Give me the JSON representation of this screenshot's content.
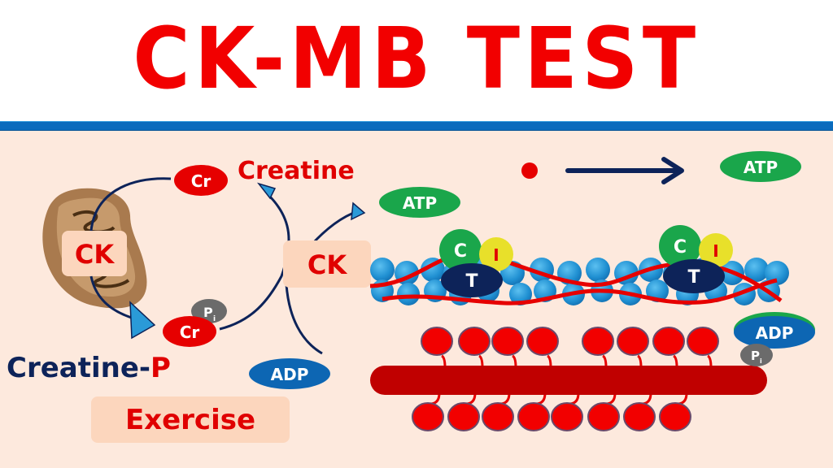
{
  "title": "CK-MB TEST",
  "colors": {
    "title_red": "#f20000",
    "rule_blue": "#0b6bbd",
    "panel_bg": "#fde9dd",
    "navy": "#0d2359",
    "atp_green": "#1aa64b",
    "adp_blue": "#0d66b3",
    "pi_gray": "#6b6b6b",
    "troponin_c": "#1aa64b",
    "troponin_i": "#e8e02a",
    "actin_blue": "#2a9ad8",
    "myosin_red": "#c00000",
    "mitochondrion": "#a97a4e",
    "label_box": "#fcd6bd"
  },
  "diagram": {
    "mitochondrion_label": "CK",
    "cytosol_ck_label": "CK",
    "creatine_label": "Creatine",
    "creatine_p_label": {
      "main": "Creatine-",
      "suffix": "P"
    },
    "exercise_label": "Exercise",
    "cr_top": "Cr",
    "cr_bottom": "Cr",
    "pi_left": {
      "main": "P",
      "sub": "i"
    },
    "atp_left": "ATP",
    "adp_left": "ADP",
    "atp_right": "ATP",
    "adp_right": "ADP",
    "pi_right": {
      "main": "P",
      "sub": "i"
    },
    "troponin_units": [
      {
        "c": "C",
        "i": "I",
        "t": "T"
      },
      {
        "c": "C",
        "i": "I",
        "t": "T"
      }
    ],
    "legend_arrow": {
      "from": "red-dot",
      "to": "ATP"
    }
  }
}
